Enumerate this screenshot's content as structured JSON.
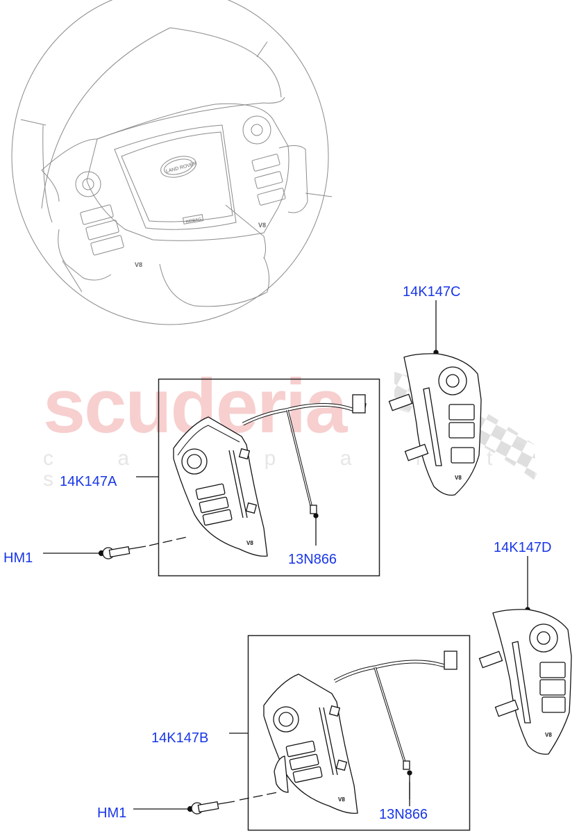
{
  "watermark": {
    "brand": "scuderia",
    "tagline": "c a r p a r t s",
    "brand_color": "#f7cfcf",
    "tagline_color": "#e6e6e6"
  },
  "diagram": {
    "title_image": "steering-wheel-overview",
    "wheel_text": {
      "logo": "LAND ROVER",
      "airbag": "AIRBAG",
      "badge": "V8"
    },
    "label_color": "#1836e8",
    "callouts": [
      {
        "id": "c1",
        "text": "14K147C"
      },
      {
        "id": "c2",
        "text": "14K147A"
      },
      {
        "id": "c3",
        "text": "HM1"
      },
      {
        "id": "c4",
        "text": "13N866"
      },
      {
        "id": "c5",
        "text": "14K147D"
      },
      {
        "id": "c6",
        "text": "14K147B"
      },
      {
        "id": "c7",
        "text": "HM1"
      },
      {
        "id": "c8",
        "text": "13N866"
      }
    ]
  }
}
